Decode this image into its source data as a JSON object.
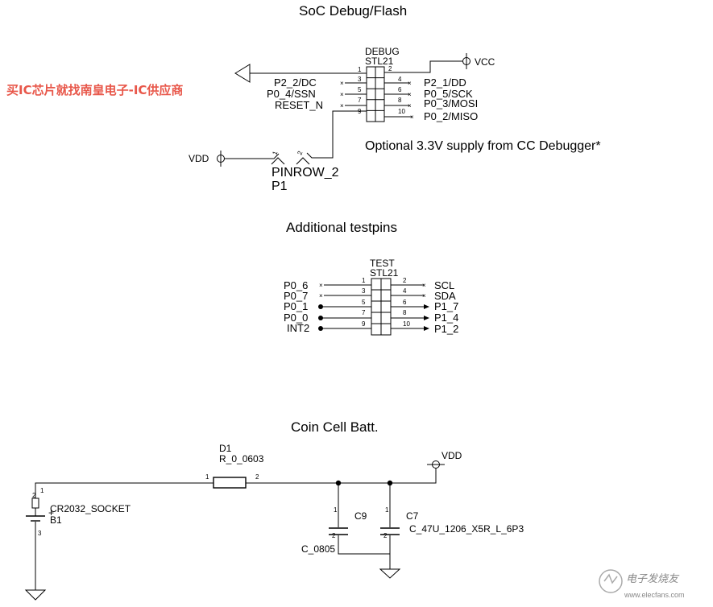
{
  "watermark": "买IC芯片就找南皇电子-IC供应商",
  "footer": {
    "logo": "电子发烧友",
    "url": "www.elecfans.com"
  },
  "debug": {
    "title": "SoC Debug/Flash",
    "ref": "DEBUG",
    "part": "STL21",
    "vcc": "VCC",
    "vdd": "VDD",
    "note": "Optional 3.3V supply from CC Debugger*",
    "p1_part": "PINROW_2",
    "p1_ref": "P1",
    "left_pins": [
      {
        "num": "1",
        "net": ""
      },
      {
        "num": "3",
        "net": "P2_2/DC"
      },
      {
        "num": "5",
        "net": "P0_4/SSN"
      },
      {
        "num": "7",
        "net": "RESET_N"
      },
      {
        "num": "9",
        "net": ""
      }
    ],
    "right_pins": [
      {
        "num": "2",
        "net": ""
      },
      {
        "num": "4",
        "net": "P2_1/DD"
      },
      {
        "num": "6",
        "net": "P0_5/SCK"
      },
      {
        "num": "8",
        "net": "P0_3/MOSI"
      },
      {
        "num": "10",
        "net": "P0_2/MISO"
      }
    ],
    "p1_pin1": "1",
    "p1_pin2": "2"
  },
  "test": {
    "title": "Additional testpins",
    "ref": "TEST",
    "part": "STL21",
    "left_pins": [
      {
        "num": "1",
        "net": "P0_6"
      },
      {
        "num": "3",
        "net": "P0_7"
      },
      {
        "num": "5",
        "net": "P0_1"
      },
      {
        "num": "7",
        "net": "P0_0"
      },
      {
        "num": "9",
        "net": "INT2"
      }
    ],
    "right_pins": [
      {
        "num": "2",
        "net": "SCL"
      },
      {
        "num": "4",
        "net": "SDA"
      },
      {
        "num": "6",
        "net": "P1_7"
      },
      {
        "num": "8",
        "net": "P1_4"
      },
      {
        "num": "10",
        "net": "P1_2"
      }
    ]
  },
  "batt": {
    "title": "Coin Cell Batt.",
    "d1_ref": "D1",
    "d1_part": "R_0_0603",
    "d1_pin1": "1",
    "d1_pin2": "2",
    "vdd": "VDD",
    "b1_part": "CR2032_SOCKET",
    "b1_ref": "B1",
    "b1_pin1": "1",
    "b1_pin2": "2",
    "b1_pin3": "3",
    "b1_plus": "+",
    "c9_ref": "C9",
    "c9_part": "C_0805",
    "c7_ref": "C7",
    "c7_part": "C_47U_1206_X5R_L_6P3",
    "cap_pin1": "1",
    "cap_pin2": "2"
  }
}
